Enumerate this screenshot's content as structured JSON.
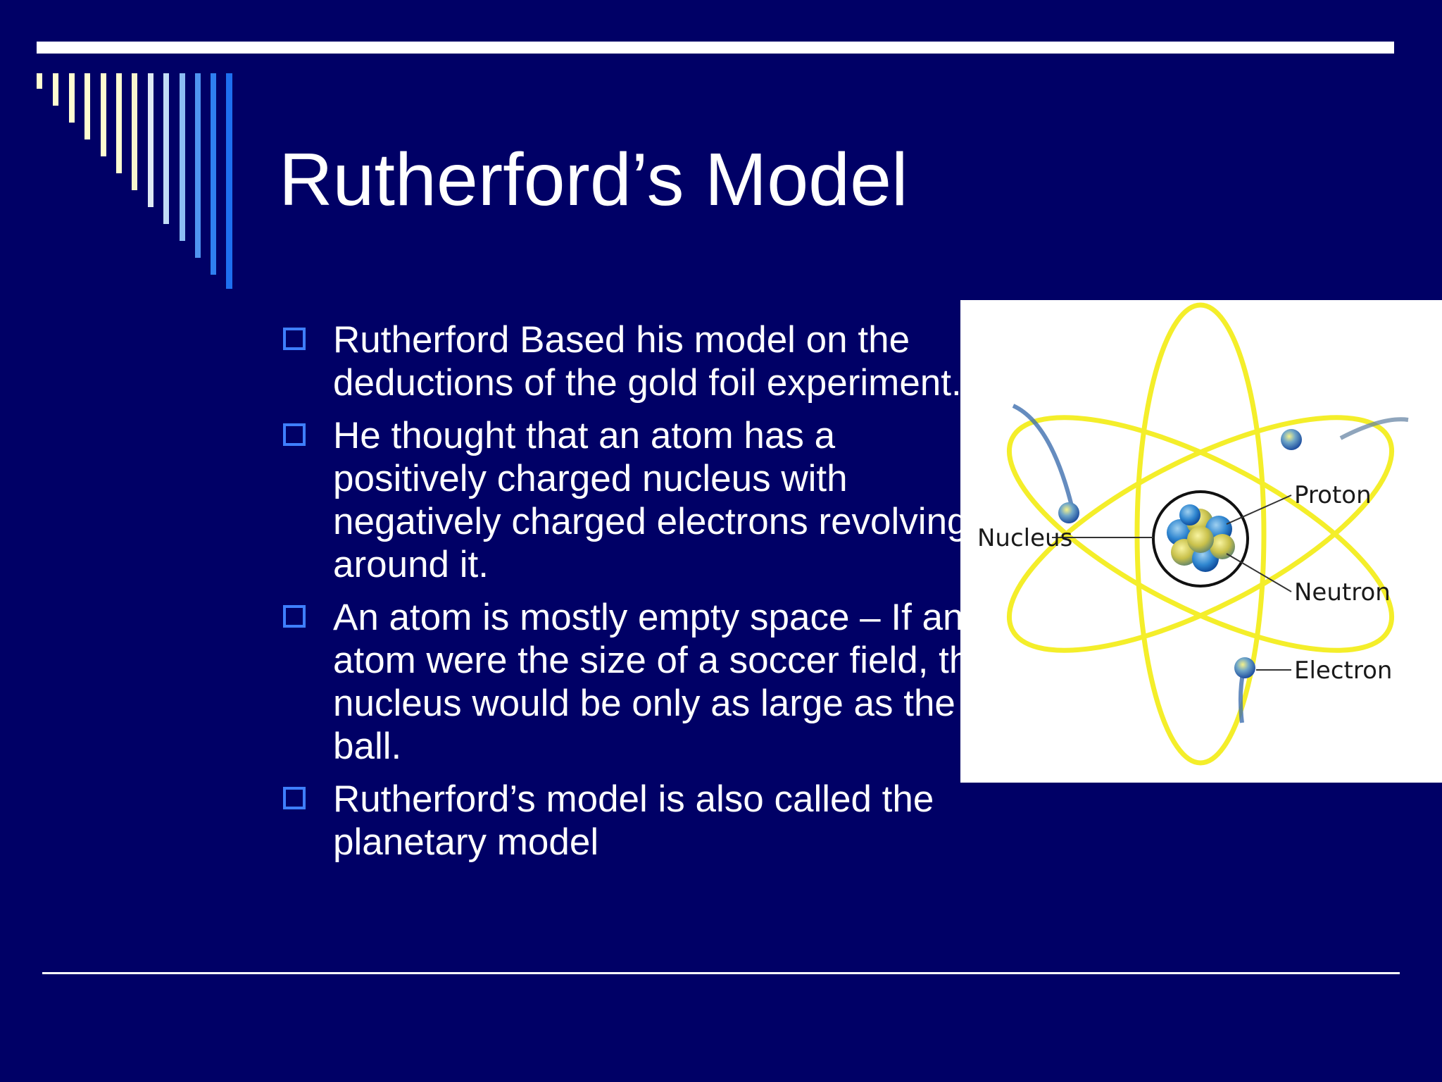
{
  "slide": {
    "title": "Rutherford’s Model",
    "bullets": [
      "Rutherford Based his model on the deductions of the gold foil experiment.",
      "He thought that an atom has a positively charged nucleus with negatively charged electrons revolving around it.",
      "An atom is mostly empty space – If an atom were the size of a soccer field, the nucleus would be only as large as the ball.",
      "Rutherford’s model is also called the planetary model"
    ]
  },
  "diagram": {
    "labels": {
      "nucleus": "Nucleus",
      "proton": "Proton",
      "neutron": "Neutron",
      "electron": "Electron"
    }
  },
  "colors": {
    "background": "#000066",
    "text": "#ffffff",
    "bullet_marker": "#3f7fff",
    "orbit": "#f4ee2a",
    "figure_background": "#ffffff"
  },
  "icons": {
    "bullet": "hollow-square-icon"
  }
}
